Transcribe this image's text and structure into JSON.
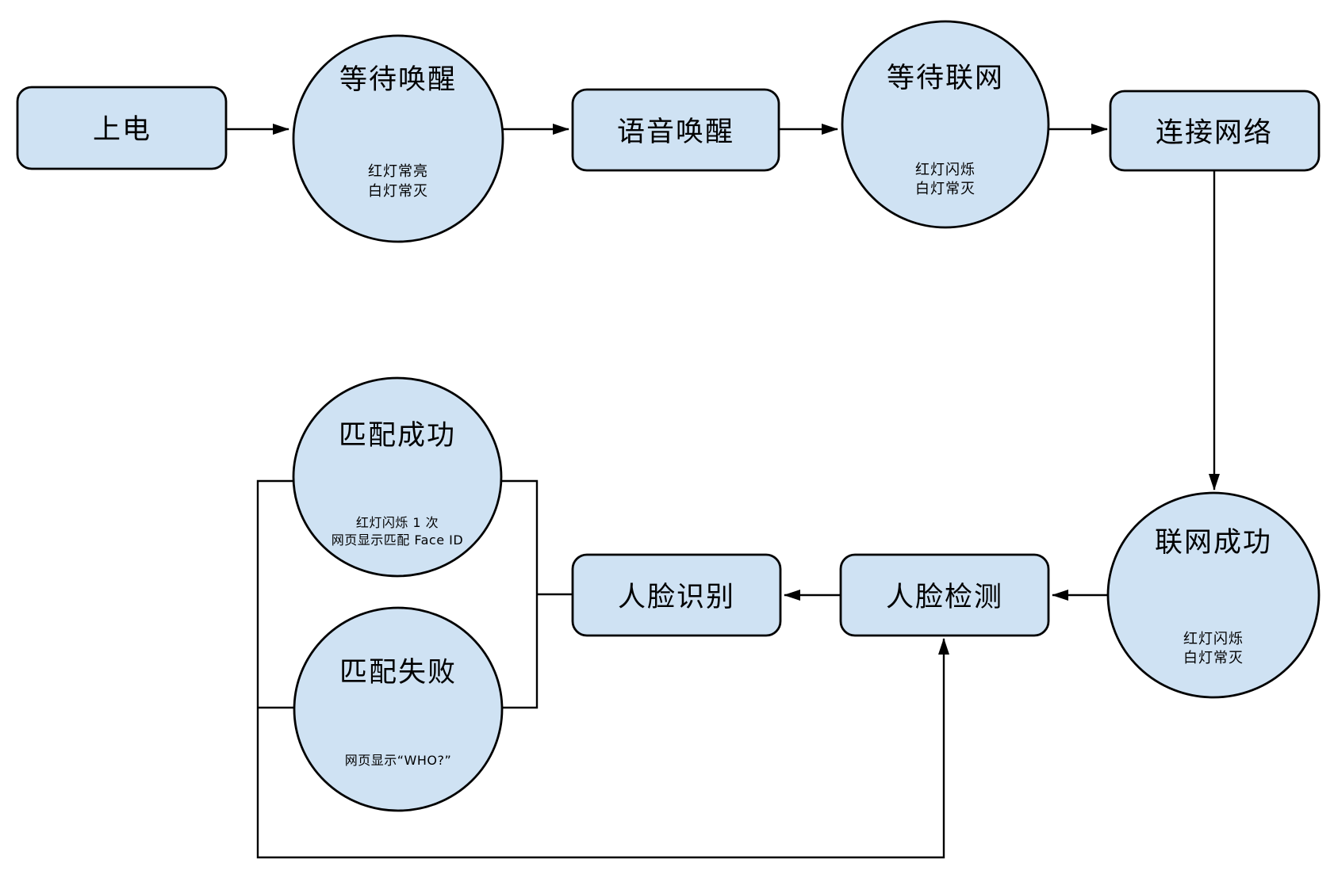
{
  "diagram": {
    "type": "flowchart",
    "language": "zh-CN",
    "colors": {
      "background": "#ffffff",
      "node_fill": "#cfe2f3",
      "node_stroke": "#000000",
      "connector": "#000000",
      "text": "#000000"
    },
    "nodes": {
      "power_on": {
        "shape": "rounded-rect",
        "label": "上电"
      },
      "wait_wake": {
        "shape": "circle",
        "label": "等待唤醒",
        "notes": {
          "line1": "红灯常亮",
          "line2": "白灯常灭"
        }
      },
      "voice_wake": {
        "shape": "rounded-rect",
        "label": "语音唤醒"
      },
      "wait_network": {
        "shape": "circle",
        "label": "等待联网",
        "notes": {
          "line1": "红灯闪烁",
          "line2": "白灯常灭"
        }
      },
      "connect_network": {
        "shape": "rounded-rect",
        "label": "连接网络"
      },
      "network_success": {
        "shape": "circle",
        "label": "联网成功",
        "notes": {
          "line1": "红灯闪烁",
          "line2": "白灯常灭"
        }
      },
      "face_detect": {
        "shape": "rounded-rect",
        "label": "人脸检测"
      },
      "face_recognize": {
        "shape": "rounded-rect",
        "label": "人脸识别"
      },
      "match_success": {
        "shape": "circle",
        "label": "匹配成功",
        "notes": {
          "line1": "红灯闪烁 1 次",
          "line2": "网页显示匹配 Face ID"
        }
      },
      "match_fail": {
        "shape": "circle",
        "label": "匹配失败",
        "notes": {
          "line1": "网页显示“WHO?”"
        }
      }
    },
    "edges": [
      {
        "from": "power_on",
        "to": "wait_wake"
      },
      {
        "from": "wait_wake",
        "to": "voice_wake"
      },
      {
        "from": "voice_wake",
        "to": "wait_network"
      },
      {
        "from": "wait_network",
        "to": "connect_network"
      },
      {
        "from": "connect_network",
        "to": "network_success"
      },
      {
        "from": "network_success",
        "to": "face_detect"
      },
      {
        "from": "face_detect",
        "to": "face_recognize"
      },
      {
        "from": "face_recognize",
        "to": "match_success"
      },
      {
        "from": "face_recognize",
        "to": "match_fail"
      },
      {
        "from": "match_success",
        "to": "face_detect"
      },
      {
        "from": "match_fail",
        "to": "face_detect"
      }
    ]
  }
}
